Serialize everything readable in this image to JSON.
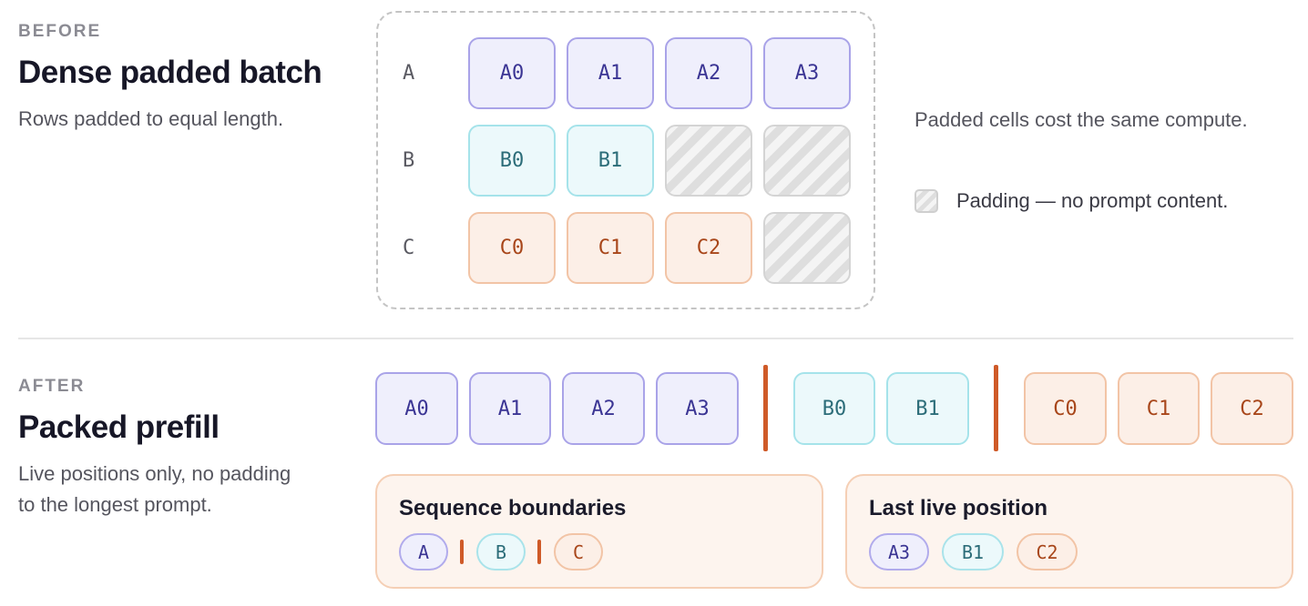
{
  "before": {
    "eyebrow": "BEFORE",
    "title": "Dense padded batch",
    "description": "Rows padded to equal length.",
    "rows": [
      {
        "label": "A",
        "cells": [
          "A0",
          "A1",
          "A2",
          "A3"
        ]
      },
      {
        "label": "B",
        "cells": [
          "B0",
          "B1",
          "",
          ""
        ]
      },
      {
        "label": "C",
        "cells": [
          "C0",
          "C1",
          "C2",
          ""
        ]
      }
    ],
    "note": "Padded cells cost the same compute.",
    "legend_padding": "Padding — no prompt content."
  },
  "after": {
    "eyebrow": "AFTER",
    "title": "Packed prefill",
    "description": "Live positions only, no padding to the longest prompt.",
    "packed_tokens": {
      "a": [
        "A0",
        "A1",
        "A2",
        "A3"
      ],
      "b": [
        "B0",
        "B1"
      ],
      "c": [
        "C0",
        "C1",
        "C2"
      ]
    },
    "cards": {
      "boundaries": {
        "title": "Sequence boundaries",
        "items": [
          "A",
          "B",
          "C"
        ]
      },
      "last_live": {
        "title": "Last live position",
        "items": [
          "A3",
          "B1",
          "C2"
        ]
      }
    }
  },
  "colors": {
    "seq_a": "#a9a3e8",
    "seq_b": "#a5e3ea",
    "seq_c": "#f2c4a6",
    "boundary": "#cf5a28"
  }
}
